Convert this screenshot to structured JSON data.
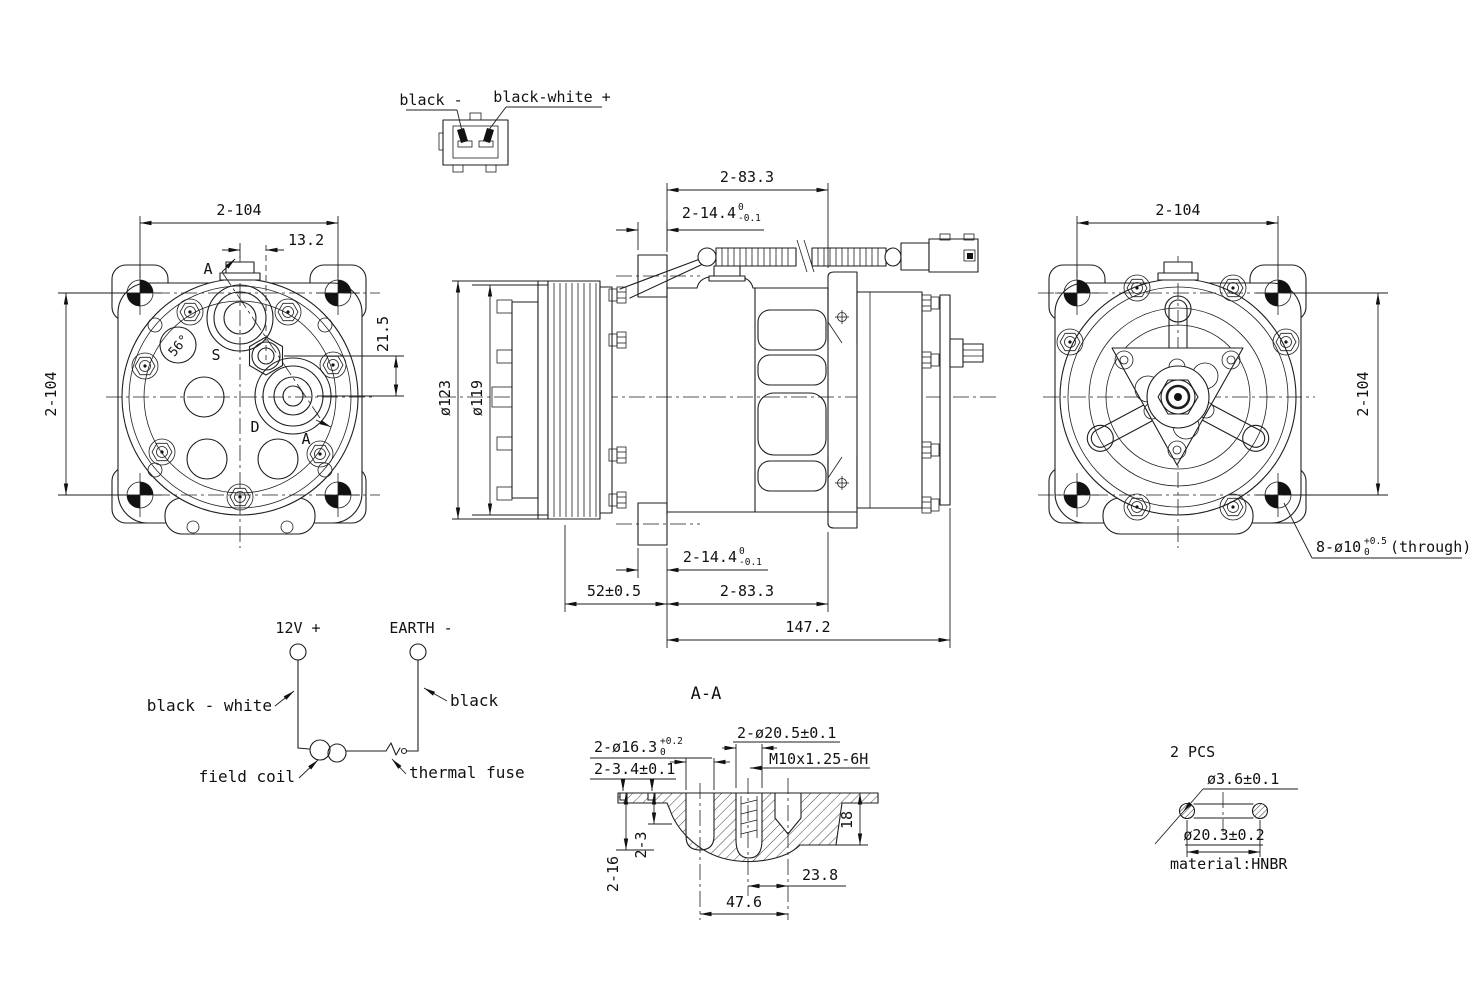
{
  "drawing": {
    "background": "#ffffff",
    "line_color": "#1e1e1e"
  },
  "connector_detail": {
    "pin_left": "black -",
    "pin_right": "black-white +"
  },
  "front_view": {
    "dim_width": "2-104",
    "dim_offset": "13.2",
    "dim_ports": "21.5",
    "dim_height": "2-104",
    "angle": "56°",
    "label_suction": "S",
    "label_discharge": "D",
    "section_label_top": "A",
    "section_label_bottom": "A"
  },
  "side_view": {
    "dim_span_top": "2-83.3",
    "dim_lug_top": {
      "main": "2-14.4",
      "up": "0",
      "dn": "-0.1"
    },
    "dim_lug_bottom": {
      "main": "2-14.4",
      "up": "0",
      "dn": "-0.1"
    },
    "pulley_od": "ø123",
    "pulley_id": "ø119",
    "dim_face": "52±0.5",
    "dim_span_bottom": "2-83.3",
    "dim_overall": "147.2"
  },
  "rear_view": {
    "dim_width": "2-104",
    "dim_height": "2-104",
    "hole_note": {
      "main": "8-ø10",
      "up": "+0.5",
      "dn": "0",
      "suffix": "(through)"
    }
  },
  "wiring_diagram": {
    "terminal_positive": "12V +",
    "terminal_negative": "EARTH -",
    "wire_positive": "black - white",
    "wire_negative": "black",
    "coil": "field coil",
    "fuse": "thermal fuse"
  },
  "section_aa": {
    "title": "A-A",
    "bore": {
      "main": "2-ø16.3",
      "up": "+0.2",
      "dn": "0"
    },
    "dim_small": "2-3.4±0.1",
    "counterbore": "2-ø20.5±0.1",
    "thread": "M10x1.25-6H",
    "depth_right": "18",
    "depth_left": "2-16",
    "depth_step": "2-3",
    "half_span": "23.8",
    "span": "47.6"
  },
  "oring_detail": {
    "qty": "2 PCS",
    "cross_section": "ø3.6±0.1",
    "inner_dia": "ø20.3±0.2",
    "material": "material:HNBR"
  }
}
